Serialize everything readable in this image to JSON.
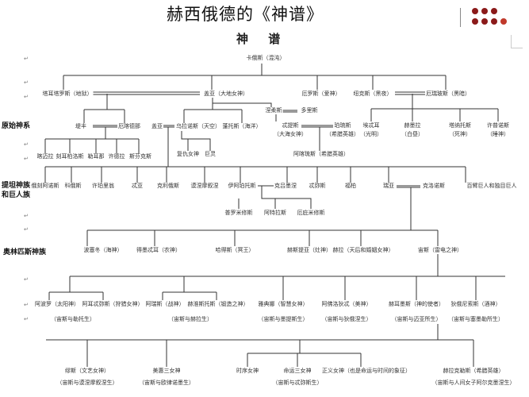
{
  "slide": {
    "title": "赫西俄德的《神谱》",
    "subtitle": "神 谱",
    "return_mark": "↵",
    "logo_color": "#8b1a1a"
  },
  "sections": {
    "primordial": "原始神系",
    "titans": "提坦神族和巨人族",
    "olympians": "奥林匹斯神族"
  },
  "tree": {
    "chaos": "卡俄斯（混沌）",
    "tartarus": "塔耳塔罗斯（地狱）",
    "gaia": "盖亚（大地女神）",
    "eros": "厄罗斯（爱神）",
    "nyx": "纽克斯（黑夜）",
    "erebus": "厄瑞玻斯（黑暗）",
    "typhon": "堤丰",
    "echidna": "厄喀德那",
    "monsters": [
      "喀迈拉",
      "刻耳柏洛斯",
      "勒耳那",
      "许德拉",
      "斯芬克斯"
    ],
    "gaia2": "盖亚",
    "uranus": "乌拉诺斯（天空）",
    "pontus": "蓬托斯（海洋）",
    "erinyes": "复仇女神",
    "giants": "巨灵",
    "nereus": "涅柔斯",
    "doris": "多里斯",
    "thetis": [
      "忒提斯",
      "（大海女神）"
    ],
    "peleus": [
      "珀琉斯",
      "（希腊英雄）"
    ],
    "achilles": "阿喀琉斯（希腊英雄）",
    "nyx_children": [
      [
        "埃忒耳",
        "（光明）"
      ],
      [
        "赫墨拉",
        "（白昼）"
      ],
      [
        "塔纳托斯",
        "（死神）"
      ],
      [
        "许普诺斯",
        "（睡神）"
      ]
    ],
    "titans": [
      "俄刻阿诺斯",
      "科俄斯",
      "许珀里翁",
      "忒亚",
      "克利俄斯",
      "谟涅摩叙涅",
      "伊阿珀托斯",
      "克吕墨涅",
      "忒弥斯",
      "福柏",
      "瑞亚",
      "克洛诺斯",
      "百臂巨人和独目巨人"
    ],
    "iapetus_children": [
      "普罗米修斯",
      "阿特拉斯",
      "厄庇米修斯"
    ],
    "olympians": [
      "波塞冬（海神）",
      "得墨忒耳（农神）",
      "哈得斯（冥王）",
      "赫斯提亚（灶神）",
      "赫拉（天后和婚姻女神）",
      "宙斯（雷电之神）"
    ],
    "zeus_children": [
      {
        "name": "阿波罗（太阳神）"
      },
      {
        "name": "阿耳忒弥斯（狩猎女神）",
        "parents": "（宙斯与勒托生）"
      },
      {
        "name": "阿瑞斯（战神）"
      },
      {
        "name": "赫淮斯托斯（锻造之神）",
        "parents": "（宙斯与赫拉生）"
      },
      {
        "name": "雅典娜（智慧女神）",
        "parents": "（宙斯与墨提斯生）"
      },
      {
        "name": "阿佛洛狄忒（美神）",
        "parents": "（宙斯与狄俄涅生）"
      },
      {
        "name": "赫耳墨斯（神的使者）",
        "parents": "（宙斯与迈亚所生）"
      },
      {
        "name": "狄俄尼索斯（酒神）",
        "parents": "（宙斯与塞墨勒所生）"
      }
    ],
    "zeus_children2": [
      {
        "name": "缪斯（文艺女神）",
        "parents": "（宙斯与谟涅摩叙涅生）"
      },
      {
        "name": "美惠三女神",
        "parents": "（宙斯与欧律诺墨生）"
      },
      {
        "name": "时序女神"
      },
      {
        "name": "命运三女神",
        "parents": "（宙斯与忒弥斯生）"
      },
      {
        "name": "正义女神（也是命运与时间的象征）"
      },
      {
        "name": "赫拉克勒斯（希腊英雄）",
        "parents": "（宙斯与人间女子阿尔克墨涅生）"
      }
    ]
  }
}
